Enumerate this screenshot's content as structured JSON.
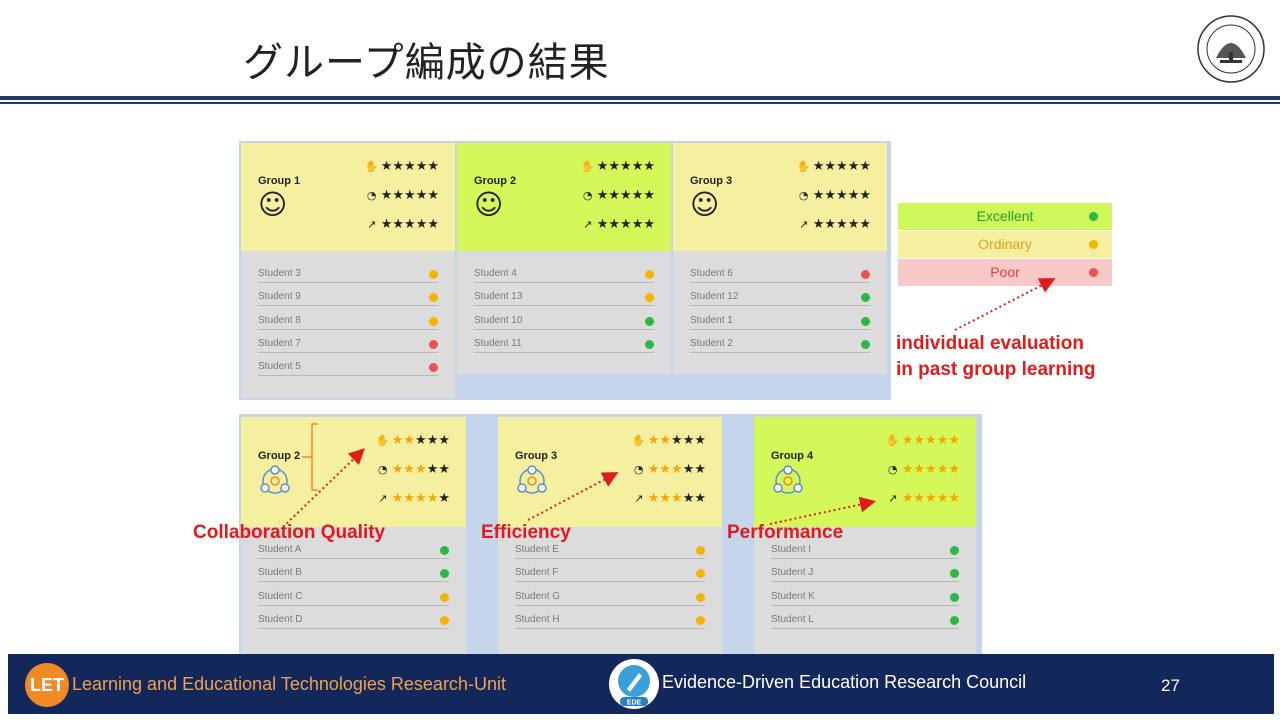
{
  "slide": {
    "title": "グループ編成の結果",
    "page_number": "27"
  },
  "top_groups": [
    {
      "name": "Group 1",
      "head_color": "#f5f0a0",
      "metrics": [
        {
          "icon": "handshake-icon",
          "stars": 5,
          "filled": 0
        },
        {
          "icon": "speed-gauge-icon",
          "stars": 5,
          "filled": 0
        },
        {
          "icon": "chart-up-icon",
          "stars": 5,
          "filled": 0
        }
      ],
      "students": [
        {
          "name": "Student 3",
          "status": "y"
        },
        {
          "name": "Student 9",
          "status": "y"
        },
        {
          "name": "Student 8",
          "status": "y"
        },
        {
          "name": "Student 7",
          "status": "r"
        },
        {
          "name": "Student 5",
          "status": "r"
        }
      ]
    },
    {
      "name": "Group 2",
      "head_color": "#d4f75a",
      "metrics": [
        {
          "icon": "handshake-icon",
          "stars": 5,
          "filled": 0
        },
        {
          "icon": "speed-gauge-icon",
          "stars": 5,
          "filled": 0
        },
        {
          "icon": "chart-up-icon",
          "stars": 5,
          "filled": 0
        }
      ],
      "students": [
        {
          "name": "Student 4",
          "status": "y"
        },
        {
          "name": "Student 13",
          "status": "y"
        },
        {
          "name": "Student 10",
          "status": "g"
        },
        {
          "name": "Student 11",
          "status": "g"
        }
      ]
    },
    {
      "name": "Group 3",
      "head_color": "#f5f0a0",
      "metrics": [
        {
          "icon": "handshake-icon",
          "stars": 5,
          "filled": 0
        },
        {
          "icon": "speed-gauge-icon",
          "stars": 5,
          "filled": 0
        },
        {
          "icon": "chart-up-icon",
          "stars": 5,
          "filled": 0
        }
      ],
      "students": [
        {
          "name": "Student 6",
          "status": "r"
        },
        {
          "name": "Student 12",
          "status": "g"
        },
        {
          "name": "Student 1",
          "status": "g"
        },
        {
          "name": "Student 2",
          "status": "g"
        }
      ]
    }
  ],
  "bottom_groups": [
    {
      "name": "Group 2",
      "head_color": "#f5f0a0",
      "metrics": [
        {
          "icon": "handshake-icon",
          "stars": 5,
          "filled": 2
        },
        {
          "icon": "speed-gauge-icon",
          "stars": 5,
          "filled": 3
        },
        {
          "icon": "chart-up-icon",
          "stars": 5,
          "filled": 4
        }
      ],
      "students": [
        {
          "name": "Student A",
          "status": "g"
        },
        {
          "name": "Student B",
          "status": "g"
        },
        {
          "name": "Student C",
          "status": "y"
        },
        {
          "name": "Student D",
          "status": "y"
        }
      ]
    },
    {
      "name": "Group 3",
      "head_color": "#f5f0a0",
      "metrics": [
        {
          "icon": "handshake-icon",
          "stars": 5,
          "filled": 2
        },
        {
          "icon": "speed-gauge-icon",
          "stars": 5,
          "filled": 3
        },
        {
          "icon": "chart-up-icon",
          "stars": 5,
          "filled": 3
        }
      ],
      "students": [
        {
          "name": "Student E",
          "status": "y"
        },
        {
          "name": "Student F",
          "status": "y"
        },
        {
          "name": "Student G",
          "status": "y"
        },
        {
          "name": "Student H",
          "status": "y"
        }
      ]
    },
    {
      "name": "Group 4",
      "head_color": "#d4f75a",
      "metrics": [
        {
          "icon": "handshake-icon",
          "stars": 5,
          "filled": 5
        },
        {
          "icon": "speed-gauge-icon",
          "stars": 5,
          "filled": 5
        },
        {
          "icon": "chart-up-icon",
          "stars": 5,
          "filled": 5
        }
      ],
      "students": [
        {
          "name": "Student I",
          "status": "g"
        },
        {
          "name": "Student J",
          "status": "g"
        },
        {
          "name": "Student K",
          "status": "g"
        },
        {
          "name": "Student L",
          "status": "g"
        }
      ]
    }
  ],
  "legend": [
    {
      "label": "Excellent",
      "bg": "#cdf75a",
      "text": "#2a9a2a",
      "dot": "g"
    },
    {
      "label": "Ordinary",
      "bg": "#f5f0a0",
      "text": "#e0a020",
      "dot": "y"
    },
    {
      "label": "Poor",
      "bg": "#f7c8c8",
      "text": "#e04040",
      "dot": "r"
    }
  ],
  "annotations": {
    "individual_line1": "individual evaluation",
    "individual_line2": "in past group learning",
    "collaboration": "Collaboration Quality",
    "efficiency": "Efficiency",
    "performance": "Performance"
  },
  "footer": {
    "left_logo": "LET",
    "left_text": "Learning and Educational Technologies Research-Unit",
    "mid_logo": "EDE",
    "mid_text": "Evidence-Driven Education Research Council"
  },
  "colors": {
    "accent_navy": "#13285a",
    "annotation_red": "#e01b1b",
    "star_gold": "#f2a800"
  }
}
